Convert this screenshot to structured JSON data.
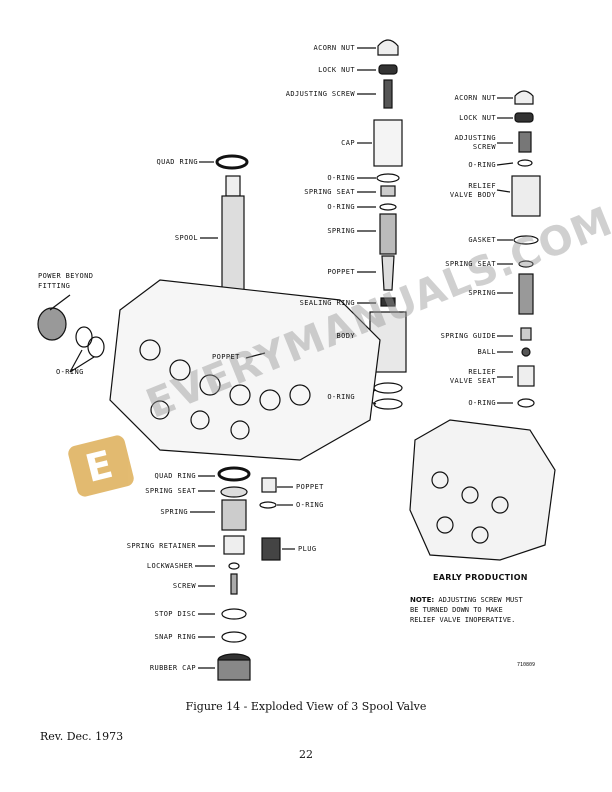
{
  "labels": {
    "top_valve": [
      "ACORN NUT",
      "LOCK NUT",
      "ADJUSTING SCREW",
      "CAP",
      "O-RING",
      "SPRING SEAT",
      "O-RING",
      "SPRING",
      "POPPET",
      "SEALING RING",
      "BODY",
      "O-RING"
    ],
    "left": [
      "QUAD RING",
      "SPOOL"
    ],
    "power_beyond": [
      "POWER BEYOND",
      "FITTING"
    ],
    "left_oring": "O-RING",
    "center_poppet": "POPPET",
    "relief": [
      "ACORN NUT",
      "LOCK NUT",
      "ADJUSTING",
      "SCREW",
      "O-RING",
      "RELIEF",
      "VALVE BODY",
      "GASKET",
      "SPRING SEAT",
      "SPRING",
      "SPRING GUIDE",
      "BALL",
      "RELIEF",
      "VALVE SEAT",
      "O-RING"
    ],
    "bottom_left": [
      "QUAD RING",
      "SPRING SEAT",
      "SPRING",
      "SPRING RETAINER",
      "LOCKWASHER",
      "SCREW",
      "STOP DISC",
      "SNAP RING",
      "RUBBER CAP"
    ],
    "bottom_right": [
      "POPPET",
      "O-RING",
      "PLUG"
    ]
  },
  "early_production": "EARLY PRODUCTION",
  "note": {
    "prefix": "NOTE:",
    "line1": " ADJUSTING SCREW MUST",
    "line2": "BE TURNED DOWN TO MAKE",
    "line3": "RELIEF VALVE INOPERATIVE."
  },
  "figure_number": "710809",
  "caption": "Figure 14 - Exploded View of 3 Spool Valve",
  "revision": "Rev. Dec. 1973",
  "page_number": "22",
  "watermark": "EVERYMANUALS.COM",
  "watermark_letter": "E",
  "colors": {
    "watermark_gold": "#d9a441",
    "ink": "#111111"
  }
}
